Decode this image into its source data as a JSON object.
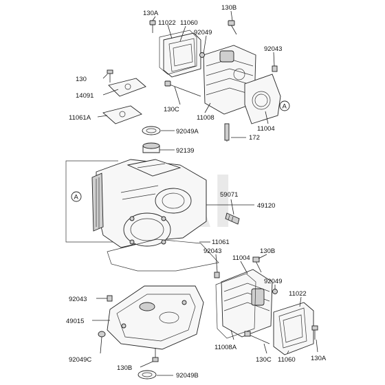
{
  "callouts": {
    "130A_top": "130A",
    "11022_top": "11022",
    "11060_top": "11060",
    "130B_top": "130B",
    "92049_top": "92049",
    "92043_top": "92043",
    "130_left": "130",
    "14091": "14091",
    "11061A": "11061A",
    "130C_top": "130C",
    "11008": "11008",
    "11004_top": "11004",
    "172": "172",
    "92049A": "92049A",
    "92139": "92139",
    "59071": "59071",
    "49120": "49120",
    "11061": "11061",
    "92043_mid": "92043",
    "11004_bot": "11004",
    "130B_bot": "130B",
    "92049_bot": "92049",
    "11022_bot": "11022",
    "92043_left": "92043",
    "49015": "49015",
    "11008A": "11008A",
    "130C_bot": "130C",
    "11060_bot": "11060",
    "130A_bot": "130A",
    "92049C": "92049C",
    "130B_lowleft": "130B",
    "92049B": "92049B"
  },
  "ref_markers": {
    "left": "A",
    "right": "A"
  },
  "watermark": "AAI"
}
